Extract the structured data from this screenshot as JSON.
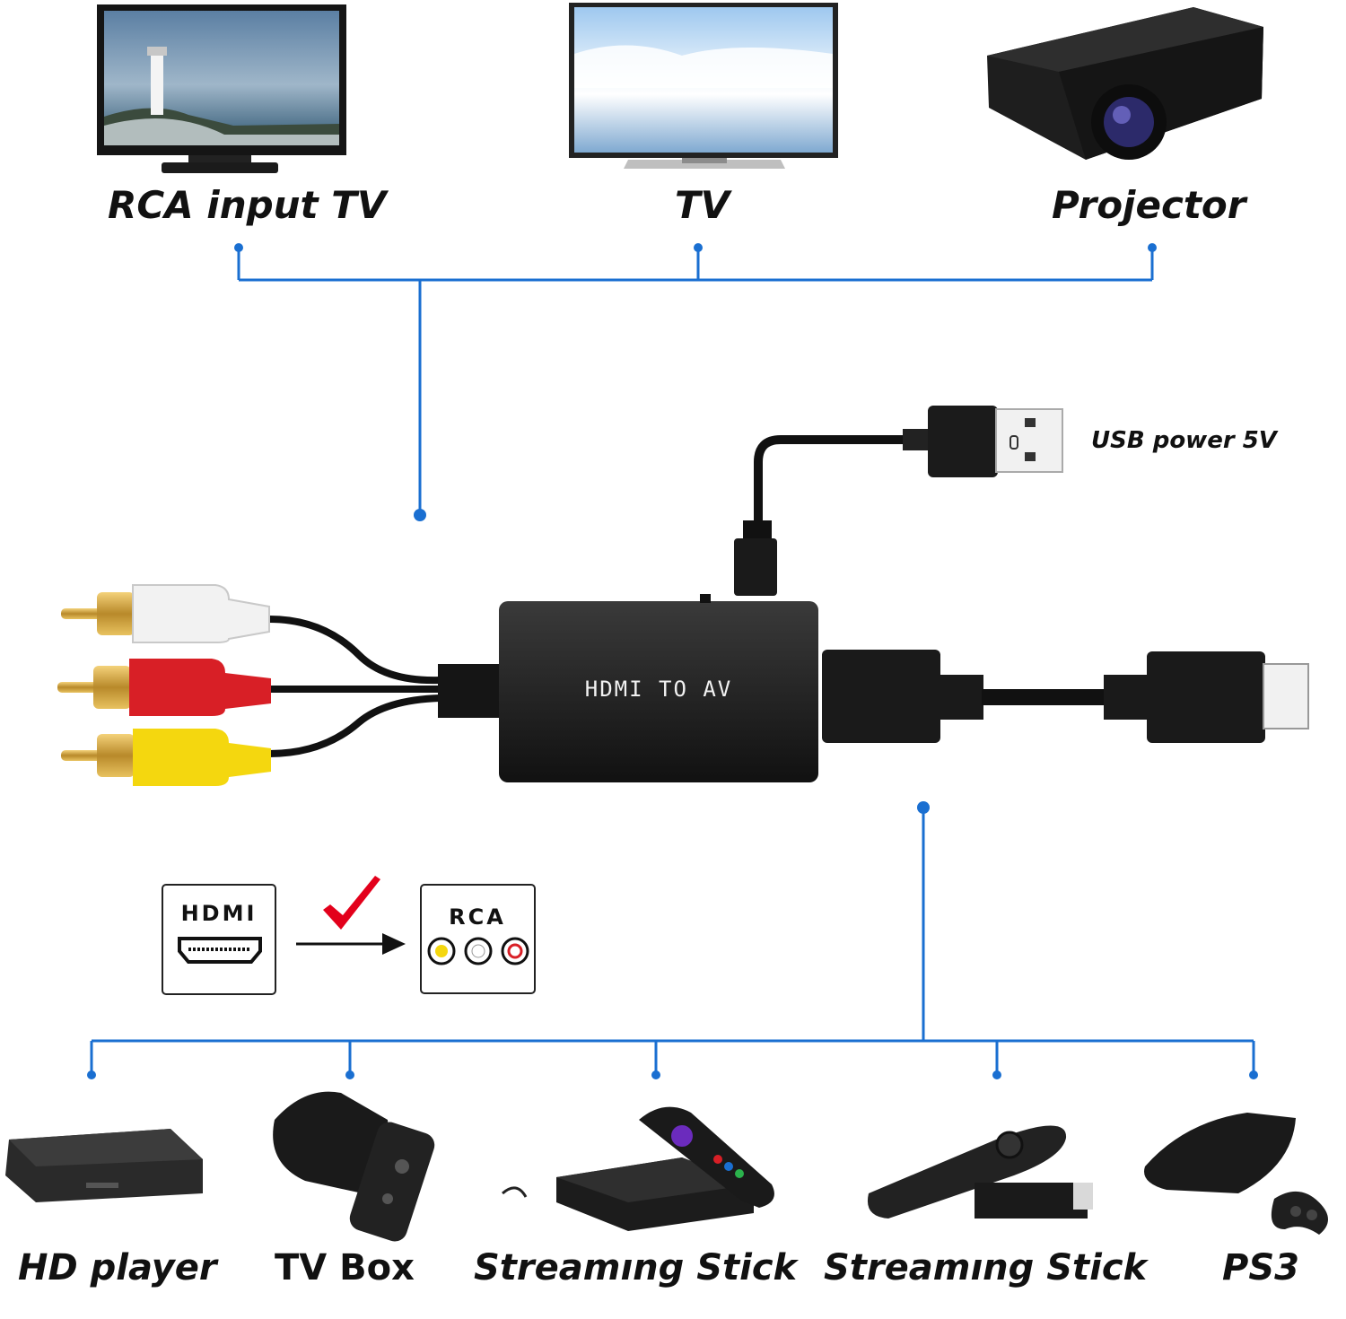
{
  "colors": {
    "connector_line": "#1a6fd1",
    "rca_white": "#f2f2f2",
    "rca_red": "#d81f26",
    "rca_yellow": "#f4d70f",
    "check_mark": "#e3001b",
    "device_black": "#1c1c1c"
  },
  "outputs": [
    {
      "label": "RCA input TV",
      "icon": "tv-icon"
    },
    {
      "label": "TV",
      "icon": "tv-icon"
    },
    {
      "label": "Projector",
      "icon": "projector-icon"
    }
  ],
  "converter": {
    "label": "HDMI TO AV",
    "usb_label": "USB power 5V"
  },
  "conversion_badge": {
    "from": "HDMI",
    "to": "RCA",
    "icon": "check-icon"
  },
  "sources": [
    {
      "label": "HD player",
      "icon": "media-player-icon"
    },
    {
      "label": "TV Box",
      "icon": "tv-box-icon"
    },
    {
      "label": "Streamıng Stick",
      "icon": "streaming-box-icon"
    },
    {
      "label": "Streamıng Stick",
      "icon": "fire-stick-icon"
    },
    {
      "label": "PS3",
      "icon": "game-console-icon"
    }
  ]
}
